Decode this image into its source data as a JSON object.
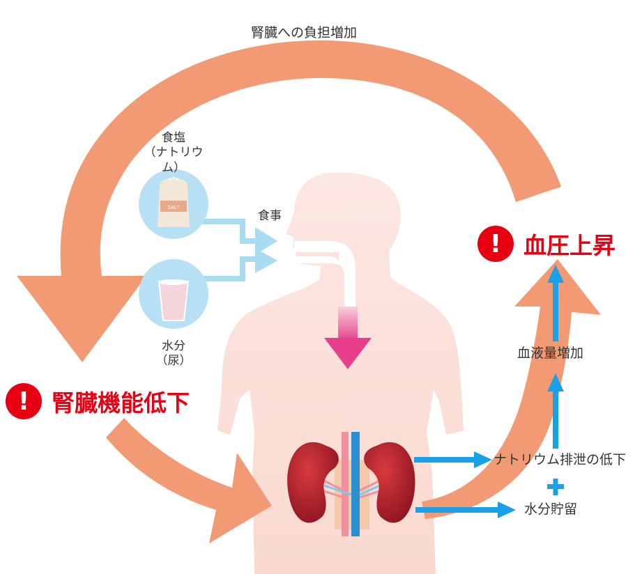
{
  "labels": {
    "top_arc": "腎臓への負担増加",
    "salt": "食塩\n（ナトリウム）",
    "salt_shaker_text": "SALT",
    "meal": "食事",
    "water": "水分\n（尿）",
    "sodium_excretion": "ナトリウム排泄の低下",
    "plus": "+",
    "water_retention": "水分貯留",
    "blood_volume": "血液量増加"
  },
  "alerts": {
    "kidney": {
      "icon": "exclamation-icon",
      "mark": "!",
      "text": "腎臓機能低下"
    },
    "bp": {
      "icon": "exclamation-icon",
      "mark": "!",
      "text": "血圧上昇"
    }
  },
  "colors": {
    "cycle_arrow": "#f29a74",
    "body": "#fbe4dd",
    "flow_arrow": "#1aa0e6",
    "alert": "#e60012",
    "digest_arrow": "#e83e8c",
    "icon_circle": "#b7e0f4",
    "intake_arrow": "#9fd8f3",
    "kidney": "#b2232b"
  }
}
